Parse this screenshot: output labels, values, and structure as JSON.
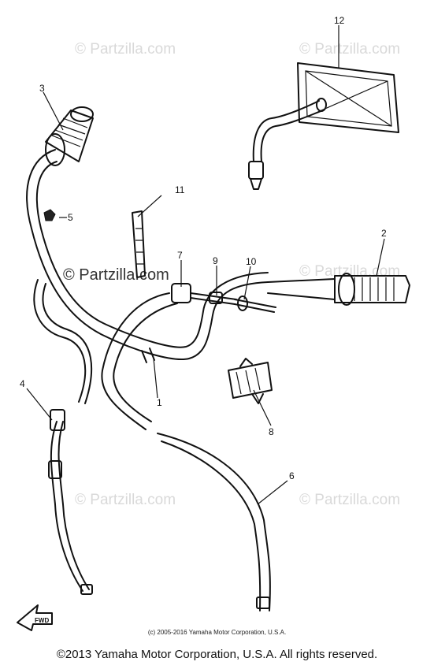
{
  "watermark": "© Partzilla.com",
  "callouts": [
    "1",
    "2",
    "3",
    "4",
    "5",
    "6",
    "7",
    "8",
    "9",
    "10",
    "11",
    "12"
  ],
  "fwd_label": "FWD",
  "footer": {
    "small_copyright": "(c) 2005-2016 Yamaha Motor Corporation, U.S.A.",
    "copyright": "©2013 Yamaha Motor Corporation, U.S.A. All rights reserved."
  }
}
